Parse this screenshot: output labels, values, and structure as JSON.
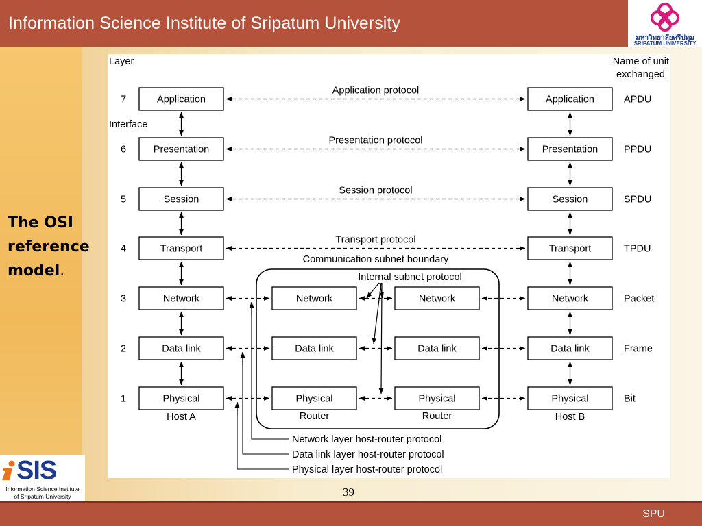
{
  "header": {
    "title": "Information Science Institute of Sripatum University"
  },
  "university_logo": {
    "line1": "มหาวิทยาลัยศรีปทุม",
    "line2": "SRIPATUM UNIVERSITY",
    "color": "#d6187a"
  },
  "caption": {
    "line1": "The OSI",
    "line2": "reference",
    "line3": "model",
    "suffix": "."
  },
  "diagram": {
    "layer_header": "Layer",
    "unit_header_line1": "Name of unit",
    "unit_header_line2": "exchanged",
    "interface_label": "Interface",
    "layers": [
      {
        "number": "7",
        "name": "Application",
        "unit": "APDU",
        "protocol": "Application protocol"
      },
      {
        "number": "6",
        "name": "Presentation",
        "unit": "PPDU",
        "protocol": "Presentation protocol"
      },
      {
        "number": "5",
        "name": "Session",
        "unit": "SPDU",
        "protocol": "Session protocol"
      },
      {
        "number": "4",
        "name": "Transport",
        "unit": "TPDU",
        "protocol": "Transport protocol"
      },
      {
        "number": "3",
        "name": "Network",
        "unit": "Packet"
      },
      {
        "number": "2",
        "name": "Data link",
        "unit": "Frame"
      },
      {
        "number": "1",
        "name": "Physical",
        "unit": "Bit"
      }
    ],
    "host_a": "Host A",
    "host_b": "Host B",
    "router_left": "Router",
    "router_right": "Router",
    "subnet_boundary": "Communication subnet boundary",
    "internal_protocol": "Internal subnet protocol",
    "host_router_protocols": [
      "Network layer host-router protocol",
      "Data link layer host-router protocol",
      "Physical layer host-router protocol"
    ]
  },
  "isis_logo": {
    "word": "SIS",
    "line1": "Information Science Institute",
    "line2": "of Sripatum University"
  },
  "page_number": "39",
  "footer": {
    "label": "SPU"
  }
}
